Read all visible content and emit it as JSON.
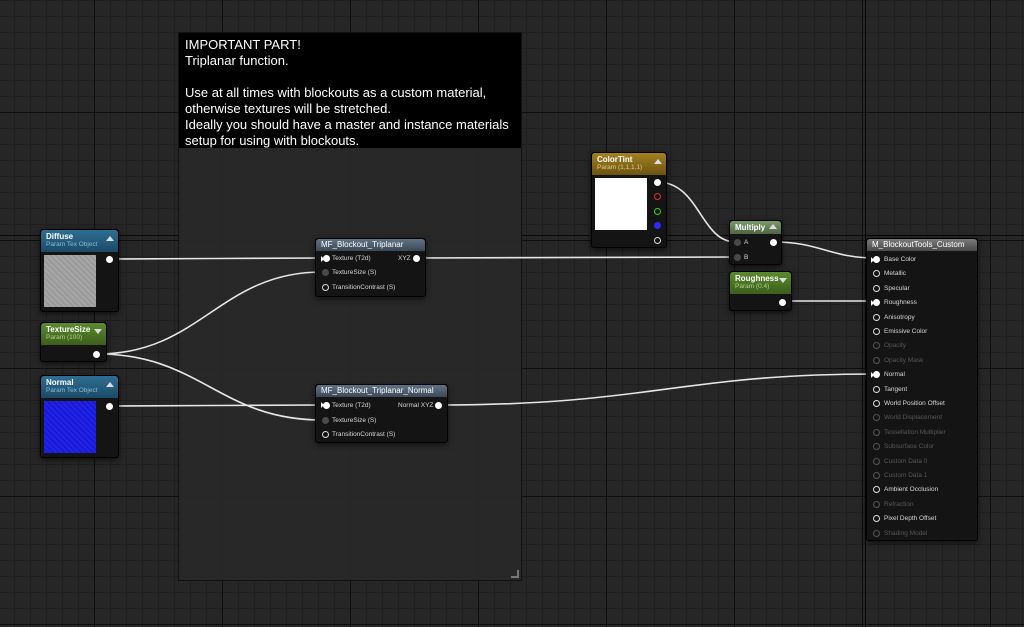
{
  "comment": {
    "text": "IMPORTANT PART!\nTriplanar function.\n\nUse at all times with blockouts as a custom material,\notherwise textures will be stretched.\nIdeally you should have a master and instance materials\nsetup for using with blockouts."
  },
  "nodes": {
    "diffuse": {
      "title": "Diffuse",
      "subtitle": "Param Tex Object",
      "preview_color": "#9a9a9a"
    },
    "texture_size": {
      "title": "TextureSize",
      "subtitle": "Param (100)"
    },
    "normal": {
      "title": "Normal",
      "subtitle": "Param Tex Object",
      "preview_color": "#2222ee"
    },
    "triplanar": {
      "title": "MF_Blockout_Triplanar",
      "inputs": [
        "Texture (T2d)",
        "TextureSize (S)",
        "TransitionContrast (S)"
      ],
      "output": "XYZ"
    },
    "triplanar_normal": {
      "title": "MF_Blockout_Triplanar_Normal",
      "inputs": [
        "Texture (T2d)",
        "TextureSize (S)",
        "TransitionContrast (S)"
      ],
      "output": "Normal XYZ"
    },
    "color_tint": {
      "title": "ColorTint",
      "subtitle": "Param (1,1,1,1)",
      "preview_color": "#ffffff"
    },
    "multiply": {
      "title": "Multiply",
      "inputs": [
        "A",
        "B"
      ]
    },
    "roughness": {
      "title": "Roughness",
      "subtitle": "Param (0.4)"
    },
    "material": {
      "title": "M_BlockoutTools_Custom",
      "pins": [
        {
          "label": "Base Color"
        },
        {
          "label": "Metallic"
        },
        {
          "label": "Specular"
        },
        {
          "label": "Roughness"
        },
        {
          "label": "Anisotropy"
        },
        {
          "label": "Emissive Color"
        },
        {
          "label": "Opacity"
        },
        {
          "label": "Opacity Mask"
        },
        {
          "label": "Normal"
        },
        {
          "label": "Tangent"
        },
        {
          "label": "World Position Offset"
        },
        {
          "label": "World Displacement"
        },
        {
          "label": "Tessellation Multiplier"
        },
        {
          "label": "Subsurface Color"
        },
        {
          "label": "Custom Data 0"
        },
        {
          "label": "Custom Data 1"
        },
        {
          "label": "Ambient Occlusion"
        },
        {
          "label": "Refraction"
        },
        {
          "label": "Pixel Depth Offset"
        },
        {
          "label": "Shading Model"
        }
      ]
    }
  }
}
